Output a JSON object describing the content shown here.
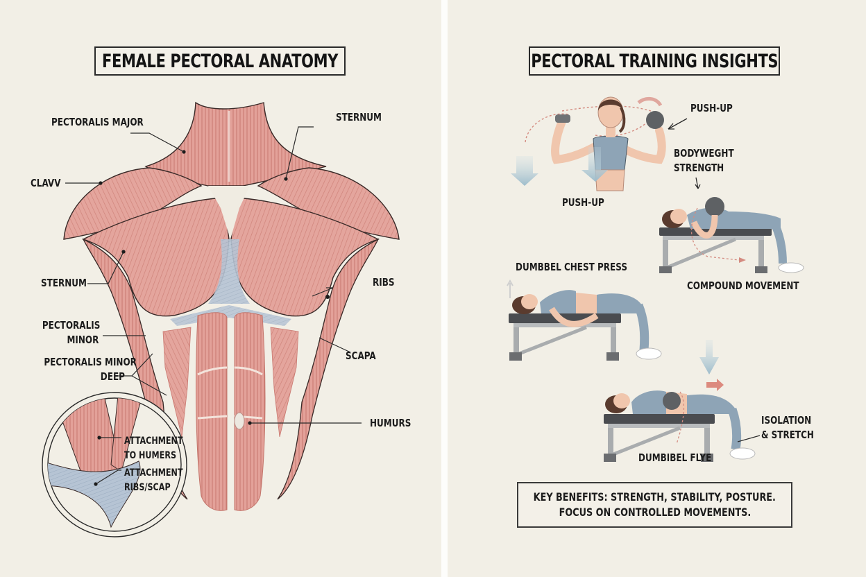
{
  "colors": {
    "background": "#f2efe6",
    "divider": "#fdfdfb",
    "muscle": "#e3a39c",
    "muscle_dark": "#c97870",
    "fascia": "#b7c6d6",
    "outline": "#3a2a28",
    "skin": "#f0c6ad",
    "clothing": "#8ea4b6",
    "bench": "#4a4c50",
    "bench_frame": "#a9acae",
    "arrow_blue": "#a9c6d4",
    "arrow_red": "#dc8a7e",
    "text": "#1c1c1c"
  },
  "left_panel": {
    "title": "FEMALE PECTORAL ANATOMY",
    "labels": {
      "pectoralis_major": "PECTORALIS MAJOR",
      "sternum_top": "STERNUM",
      "clavv": "CLAVV",
      "sternum_side": "STERNUM",
      "ribs": "RIBS",
      "pectoralis_minor_line1": "PECTORALIS",
      "pectoralis_minor_line2": "MINOR",
      "pectoralis_minor_deep_line1": "PECTORALIS MINOR",
      "pectoralis_minor_deep_line2": "DEEP",
      "scapa": "SCAPA",
      "humurs": "HUMURS"
    },
    "inset": {
      "attachment_humers_line1": "ATTACHMENT",
      "attachment_humers_line2": "TO HUMERS",
      "attachment_ribs_line1": "ATTACHMENT",
      "attachment_ribs_line2": "RIBS/SCAP"
    }
  },
  "right_panel": {
    "title": "PECTORAL TRAINING INSIGHTS",
    "exercises": [
      {
        "id": "standing",
        "label": "PUSH-UP",
        "callout": "PUSH-UP"
      },
      {
        "id": "bench-dumbbell",
        "callout_line1": "BODYWEGHT",
        "callout_line2": "STRENGTH",
        "label": "COMPOUND MOVEMENT"
      },
      {
        "id": "chest-press",
        "label": "DUMBBEL CHEST PRESS"
      },
      {
        "id": "flye",
        "label": "DUMBIBEL FLYE",
        "callout_line1": "ISOLATION",
        "callout_line2": "& STRETCH"
      }
    ],
    "benefits": {
      "line1": "KEY BENEFITS: STRENGTH, STABILITY, POSTURE.",
      "line2": "FOCUS ON CONTROLLED MOVEMENTS."
    }
  }
}
